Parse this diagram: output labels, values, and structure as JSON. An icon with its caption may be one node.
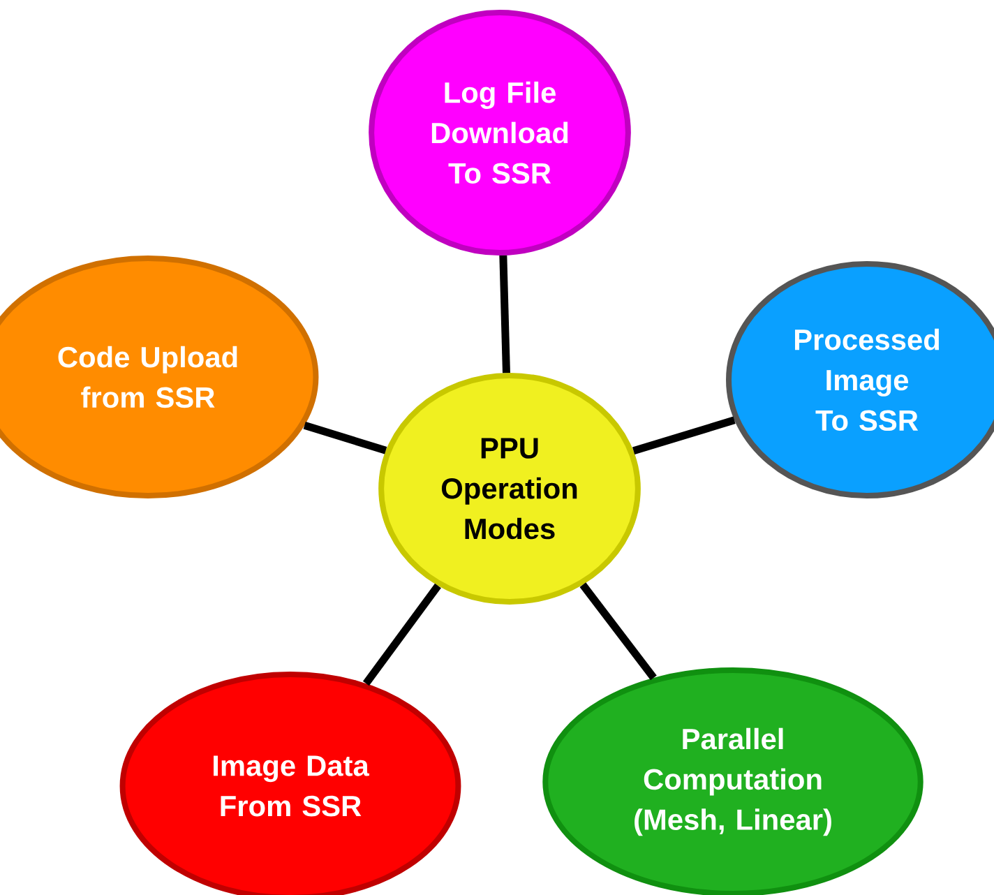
{
  "diagram": {
    "nodes": [
      {
        "text": [
          "Log File Download To SSR"
        ]
      },
      {
        "text": [
          "Code Upload from SSR"
        ]
      },
      {
        "text": [
          "Processed Image To SSR"
        ]
      },
      {
        "text": [
          "PPU Operation Modes"
        ]
      },
      {
        "text": [
          "Image Data From SSR"
        ]
      },
      {
        "text": [
          "Parallel Computation (Mesh, Linear)"
        ]
      }
    ],
    "edges": [
      {
        "from": 3,
        "to": 0,
        "arrow": "none"
      },
      {
        "from": 3,
        "to": 1,
        "arrow": "none"
      },
      {
        "from": 3,
        "to": 2,
        "arrow": "none"
      },
      {
        "from": 3,
        "to": 4,
        "arrow": "none"
      },
      {
        "from": 3,
        "to": 5,
        "arrow": "none"
      }
    ]
  }
}
